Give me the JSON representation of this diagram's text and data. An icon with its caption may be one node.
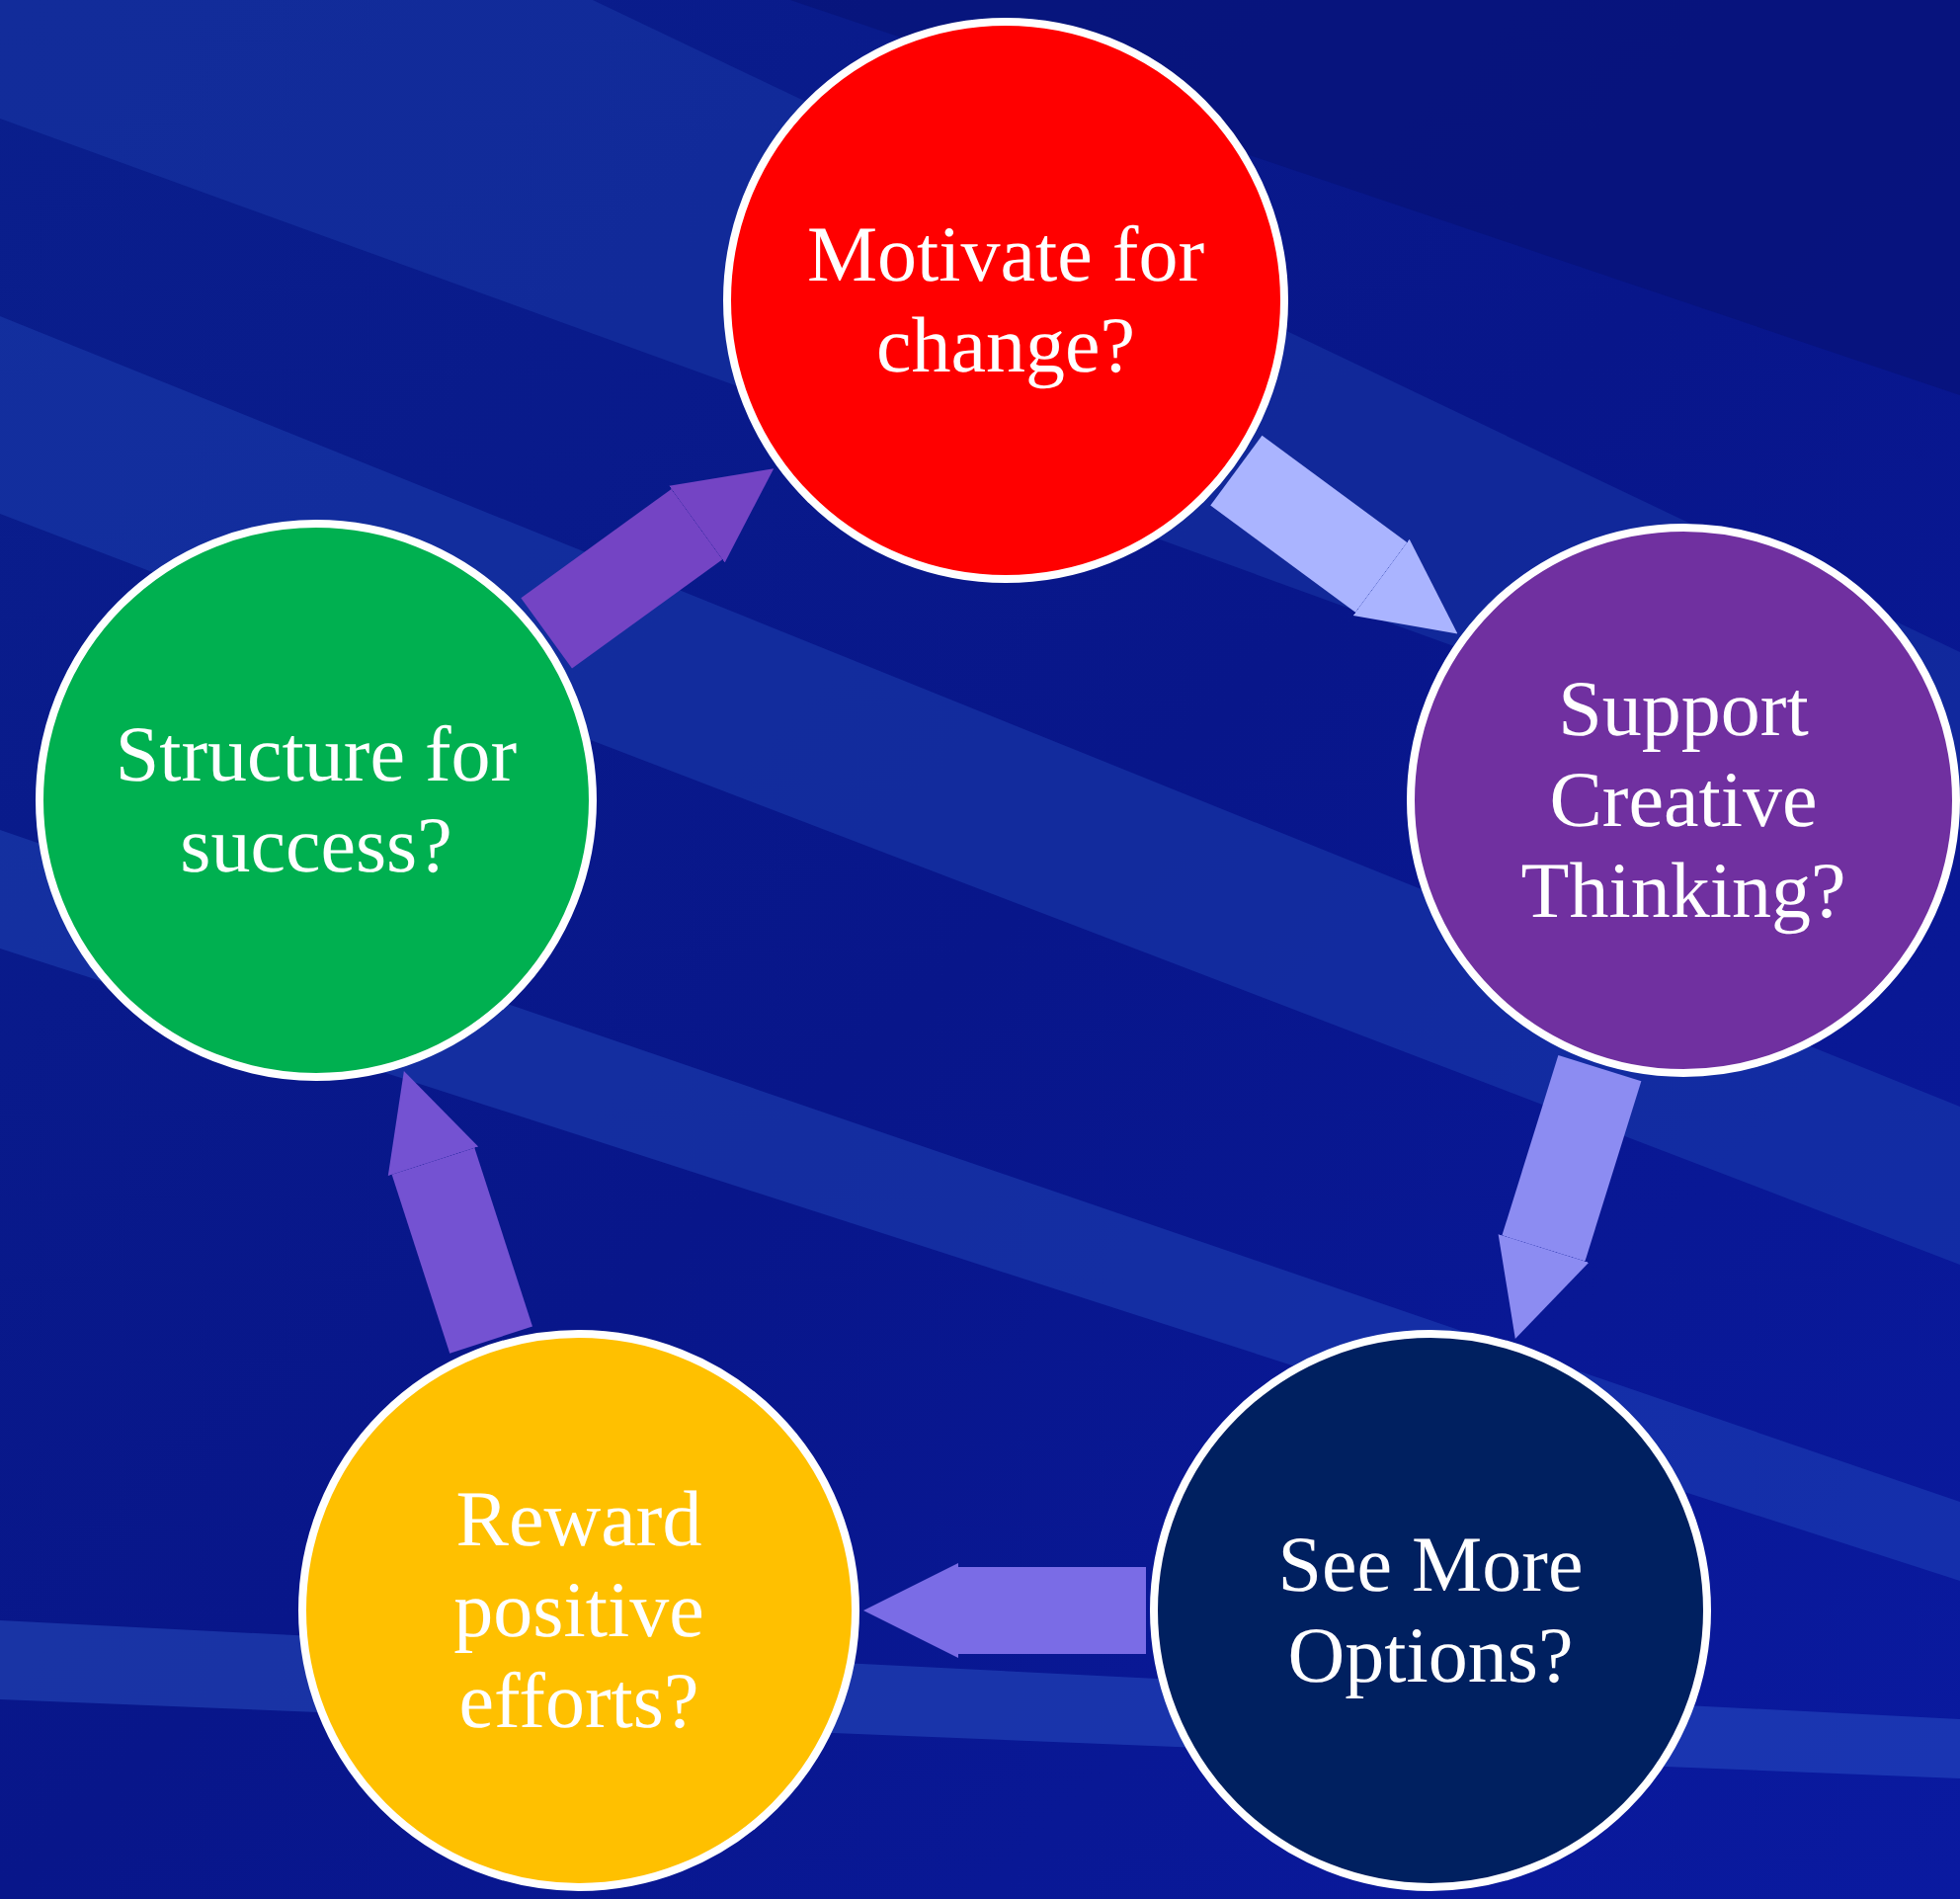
{
  "diagram": {
    "nodes": [
      {
        "text": [
          "Motivate for change?"
        ]
      },
      {
        "text": [
          "Support Creative Thinking?"
        ]
      },
      {
        "text": [
          "See More Options?"
        ]
      },
      {
        "text": [
          "Reward positive efforts?"
        ]
      },
      {
        "text": [
          "Structure for success?"
        ]
      }
    ],
    "edges": [
      {
        "from": 0,
        "to": 1,
        "arrow": "to",
        "color": "#aab4ff"
      },
      {
        "from": 1,
        "to": 2,
        "arrow": "to",
        "color": "#8c8cf2"
      },
      {
        "from": 2,
        "to": 3,
        "arrow": "to",
        "color": "#7a6ce6"
      },
      {
        "from": 3,
        "to": 4,
        "arrow": "to",
        "color": "#7452d2"
      },
      {
        "from": 4,
        "to": 0,
        "arrow": "to",
        "color": "#7444c4"
      }
    ]
  }
}
